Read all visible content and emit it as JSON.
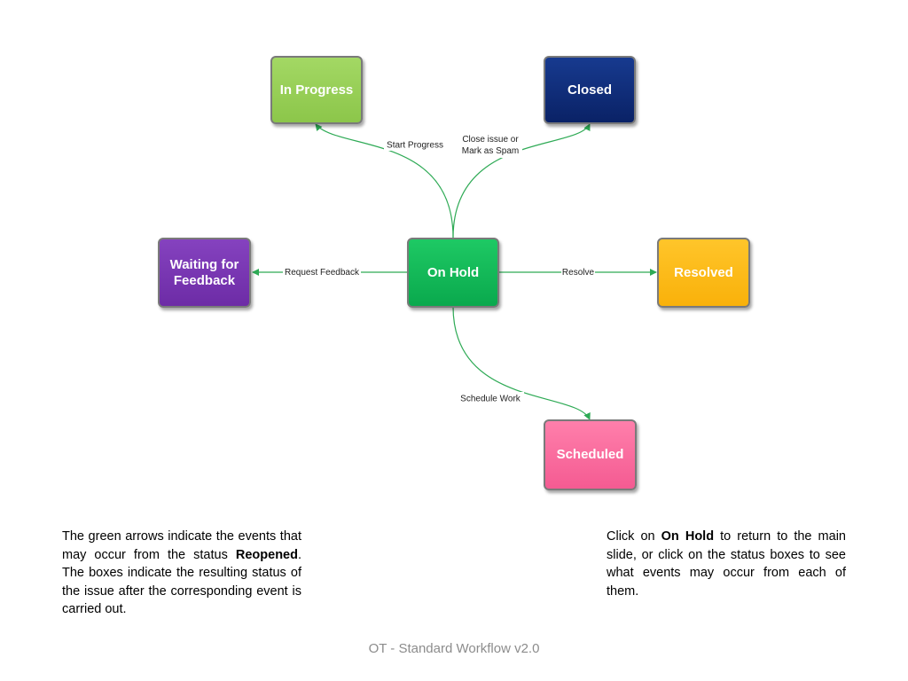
{
  "colors": {
    "arrow": "#2eaa55",
    "in_progress": "#92cf52",
    "closed": "#0c2a78",
    "waiting": "#7a35b4",
    "on_hold": "#10b757",
    "resolved": "#fdb913",
    "scheduled": "#f86a9c"
  },
  "boxes": {
    "in_progress": "In Progress",
    "closed": "Closed",
    "waiting": "Waiting for\nFeedback",
    "on_hold": "On Hold",
    "resolved": "Resolved",
    "scheduled": "Scheduled"
  },
  "edges": {
    "start_progress": "Start Progress",
    "close_line1": "Close issue or",
    "close_line2": "Mark as Spam",
    "request_feedback": "Request Feedback",
    "resolve": "Resolve",
    "schedule_work": "Schedule Work"
  },
  "notes": {
    "left_part1": "The green arrows indicate the events that may occur from the status ",
    "left_bold": "Reopened",
    "left_part2": ".  The boxes indicate the resulting status of the issue after the corresponding event is carried out.",
    "right_part1": "Click on ",
    "right_bold": "On Hold",
    "right_part2": " to return to the main slide, or click on the status boxes to see what events may occur from each of them."
  },
  "footer": "OT - Standard Workflow v2.0"
}
